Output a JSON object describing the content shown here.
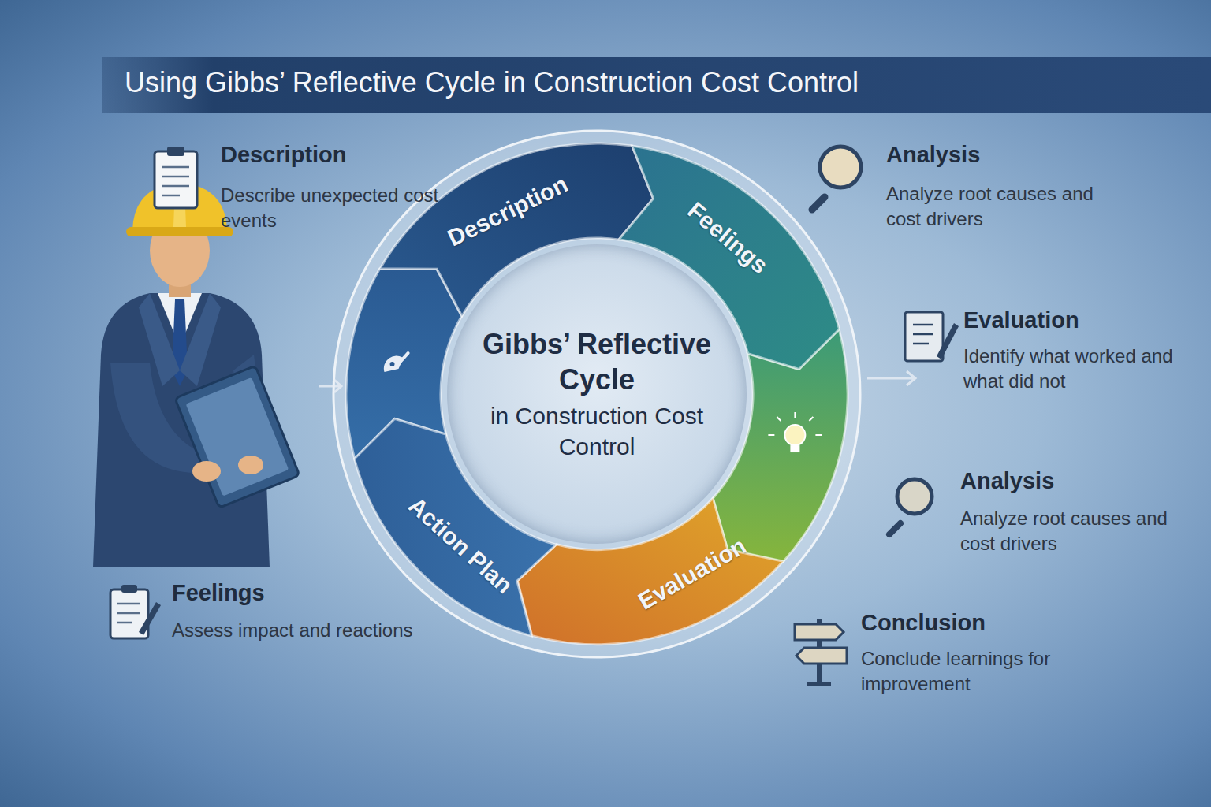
{
  "diagram": {
    "title": "Using Gibbs’ Reflective Cycle in Construction Cost Control",
    "nodes": [
      {
        "text": [
          "Description"
        ]
      },
      {
        "text": [
          "Feelings"
        ]
      },
      {
        "text": [
          "Gibbs’ Reflective Cycle",
          "in Construction Cost Control"
        ]
      },
      {
        "text": [
          "Evaluation"
        ]
      },
      {
        "text": [
          "Action Plan"
        ]
      }
    ],
    "labels": [
      "Description",
      "Describe unexpected cost events",
      "Analysis",
      "Analyze root causes and cost drivers",
      "Evaluation",
      "Identify what worked and what did not",
      "Analysis",
      "Analyze root causes and cost drivers",
      "Feelings",
      "Assess impact and reactions",
      "Conclusion",
      "Conclude learnings for improvement"
    ]
  }
}
